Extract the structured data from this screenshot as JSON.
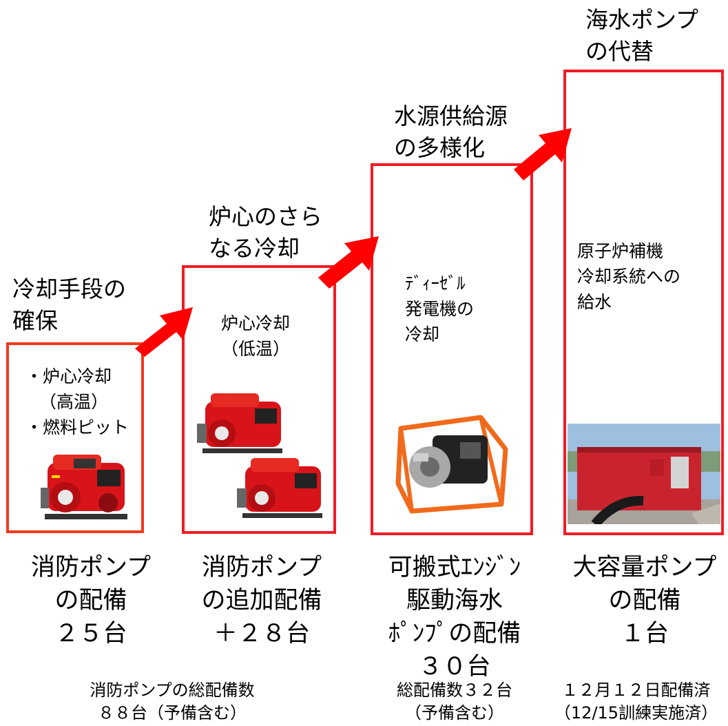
{
  "colors": {
    "frame": "#f01c24",
    "arrow": "#ff0000",
    "text": "#000000"
  },
  "stages": [
    {
      "heading": [
        "冷却手段の",
        "確保"
      ],
      "box_text": [
        "・炉心冷却",
        "（高温）",
        "・燃料ピット"
      ],
      "image": "fire-pump-icon",
      "caption": [
        "消防ポンプ",
        "の配備",
        "２５台"
      ]
    },
    {
      "heading": [
        "炉心のさら",
        "なる冷却"
      ],
      "box_text": [
        "炉心冷却",
        "（低温）"
      ],
      "image": "fire-pump-pair-icon",
      "caption": [
        "消防ポンプ",
        "の追加配備",
        "＋２８台"
      ]
    },
    {
      "heading": [
        "水源供給源",
        "の多様化"
      ],
      "box_text": [
        "ﾃﾞｨｰｾﾞﾙ",
        "発電機の",
        "冷却"
      ],
      "image": "engine-pump-icon",
      "caption": [
        "可搬式ｴﾝｼﾞﾝ",
        "駆動海水",
        "ﾎﾟﾝﾌﾟの配備",
        "３０台"
      ]
    },
    {
      "heading": [
        "海水ポンプ",
        "の代替"
      ],
      "box_text": [
        "原子炉補機",
        "冷却系統への",
        "給水"
      ],
      "image": "container-pump-photo",
      "caption": [
        "大容量ポンプ",
        "の配備",
        "１台"
      ]
    }
  ],
  "notes": {
    "fire_pump_total": [
      "消防ポンプの総配備数",
      "８８台（予備含む）"
    ],
    "engine_pump_total": [
      "総配備数３２台",
      "（予備含む）"
    ],
    "large_pump_status": [
      "１２月１２日配備済",
      "（12/15訓練実施済）"
    ]
  }
}
